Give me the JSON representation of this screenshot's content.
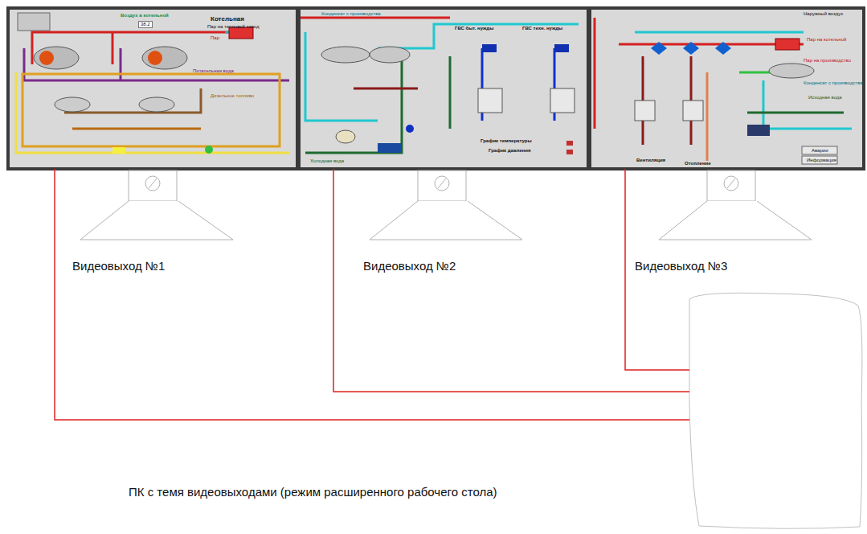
{
  "diagram": {
    "nodes": [
      {
        "text": [
          "Видеовыход №1"
        ]
      },
      {
        "text": [
          "Видеовыход №2"
        ]
      },
      {
        "text": [
          "Видеовыход №3"
        ]
      },
      {
        "text": [
          "ПК с темя видеовыходами (режим расширенного рабочего стола)"
        ]
      }
    ],
    "edges": [
      {
        "from": 0,
        "to": 3,
        "arrow": "none"
      },
      {
        "from": 1,
        "to": 3,
        "arrow": "none"
      },
      {
        "from": 2,
        "to": 3,
        "arrow": "none"
      }
    ],
    "labels": [
      "Воздух в котельной",
      "38.2",
      "Котельная",
      "Пар на тепловой завод",
      "Пар",
      "Питательная вода",
      "Дизельное топливо",
      "Конденсат с производства",
      "ГВС быт. нужды",
      "ГВС техн. нужды",
      "График температуры",
      "График давления",
      "Холодная вода",
      "Наружный воздух",
      "Пар на котельной",
      "Пар на производство",
      "Конденсат с производства",
      "Исходная вода",
      "Вентиляция",
      "Отопление",
      "Аварии",
      "Информация"
    ]
  }
}
